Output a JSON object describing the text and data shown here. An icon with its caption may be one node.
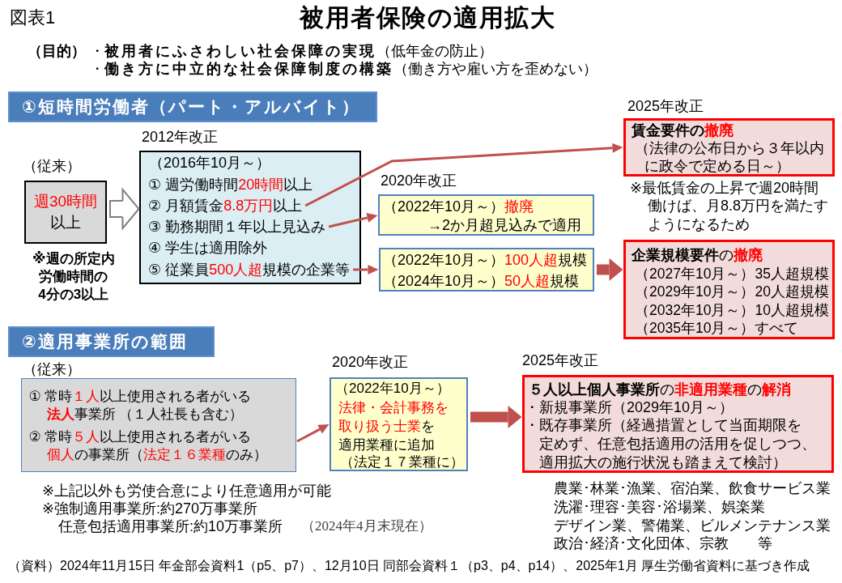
{
  "diagram": {
    "title": "被用者保険の適用拡大",
    "nodes": [
      {
        "text": [
          "①短時間労働者（パート・アルバイト）"
        ]
      },
      {
        "text": [
          "週30時間以上"
        ],
        "beside": [
          "（従来）",
          "※週の所定内労働時間の4分の3以上"
        ]
      },
      {
        "text": [
          "2012年改正",
          "（2016年10月～）",
          "① 週労働時間20時間以上",
          "④ 学生は適用除外"
        ]
      },
      {
        "text": [
          "② 月額賃金8.8万円以上"
        ],
        "in": 2
      },
      {
        "text": [
          "③ 勤務期間１年以上見込み"
        ],
        "in": 2
      },
      {
        "text": [
          "⑤ 従業員500人超規模の企業等"
        ],
        "in": 2
      },
      {
        "text": [
          "2020年改正",
          "（2022年10月～）撤廃",
          "→2か月超見込みで適用"
        ]
      },
      {
        "text": [
          "（2022年10月～）100人超規模",
          "（2024年10月～）50人超規模"
        ]
      },
      {
        "text": [
          "2025年改正",
          "賃金要件の撤廃",
          "（法律の公布日から３年以内に政令で定める日～）"
        ],
        "beside": [
          "※最低賃金の上昇で週20時間働けば、月8.8万円を満たすようになるため"
        ]
      },
      {
        "text": [
          "**企業規模要件**の**撤廃**",
          "（2027年10月～）35人超規模",
          "（2029年10月～）20人超規模",
          "（2032年10月～）10人超規模",
          "（2035年10月～）すべて"
        ]
      },
      {
        "text": [
          "②適用事業所の範囲"
        ]
      },
      {
        "text": [
          "① 常時１人以上使用される者がいる**法人**事業所 （１人社長も含む）",
          "② 常時５人以上使用される者がいる個人の事業所（法定１６業種のみ）"
        ],
        "beside": [
          "（従来）"
        ]
      },
      {
        "text": [
          "2020年改正",
          "（2022年10月～）",
          "法律・会計事務を取り扱う士業を適用業種に追加",
          "（法定１７業種に）"
        ]
      },
      {
        "text": [
          "2025年改正",
          "**５人以上個人事業所**の**非適用業種**の**解消**",
          "・新規事業所（2029年10月～）",
          "・既存事業所（経過措置として当面期限を定めず、任意包括適用の活用を促しつつ、適用拡大の施行状況も踏まえて検討）"
        ],
        "beside": [
          "農業･林業･漁業、宿泊業、飲食サービス業",
          "洗濯･理容･美容･浴場業、娯楽業",
          "デザイン業、警備業、ビルメンテナンス業",
          "政治･経済･文化団体、宗教　　等"
        ]
      }
    ],
    "edges": [
      {
        "from": 1,
        "to": 2,
        "arrow": "to",
        "color": "#7f7f7f"
      },
      {
        "from": 3,
        "to": 8,
        "arrow": "to"
      },
      {
        "from": 4,
        "to": 6,
        "arrow": "to"
      },
      {
        "from": 5,
        "to": 7,
        "arrow": "to"
      },
      {
        "from": 7,
        "to": 9,
        "arrow": "to",
        "style": "thick"
      },
      {
        "from": 11,
        "to": 12,
        "arrow": "to"
      },
      {
        "from": 12,
        "to": 13,
        "arrow": "to",
        "style": "thick"
      }
    ],
    "labels": [
      "図表1",
      "（目的）",
      "・**被用者にふさわしい社会保障の実現**（低年金の防止）",
      "・**働き方に中立的な社会保障制度の構築**（働き方や雇い方を歪めない）",
      "※上記以外も労使合意により任意適用が可能",
      "※強制適用事業所:約270万事業所",
      "任意包括適用事業所:約10万事業所",
      "（2024年4月末現在）",
      "（資料）2024年11月15日 年金部会資料1（p5、p7）、12月10日 同部会資料１（p3、p4、p14）、2025年1月 厚生労働省資料に基づき作成"
    ]
  }
}
